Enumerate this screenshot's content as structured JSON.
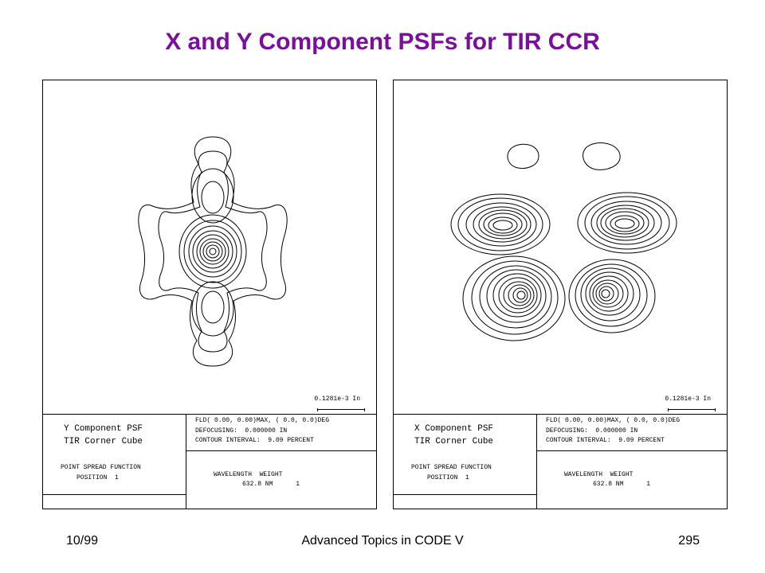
{
  "title": "X and Y Component PSFs for TIR CCR",
  "panels": [
    {
      "component": "Y Component PSF",
      "subject": "TIR Corner Cube",
      "function_line": "POINT SPREAD FUNCTION",
      "position_line": "POSITION  1",
      "field_line": "FLD( 0.00, 0.00)MAX, ( 0.0, 0.0)DEG",
      "defocus_line": "DEFOCUSING:  0.000000 IN",
      "contour_line": "CONTOUR INTERVAL:  9.09 PERCENT",
      "wavelength_header": "WAVELENGTH  WEIGHT",
      "wavelength_value": "632.8 NM      1",
      "scale_label": "0.1281e-3 In"
    },
    {
      "component": "X Component PSF",
      "subject": "TIR Corner Cube",
      "function_line": "POINT SPREAD FUNCTION",
      "position_line": "POSITION  1",
      "field_line": "FLD( 0.00, 0.00)MAX, ( 0.0, 0.0)DEG",
      "defocus_line": "DEFOCUSING:  0.000000 IN",
      "contour_line": "CONTOUR INTERVAL:  9.09 PERCENT",
      "wavelength_header": "WAVELENGTH  WEIGHT",
      "wavelength_value": "632.8 NM      1",
      "scale_label": "0.1281e-3 In"
    }
  ],
  "footer": {
    "date": "10/99",
    "course": "Advanced Topics in CODE V",
    "page": "295"
  }
}
